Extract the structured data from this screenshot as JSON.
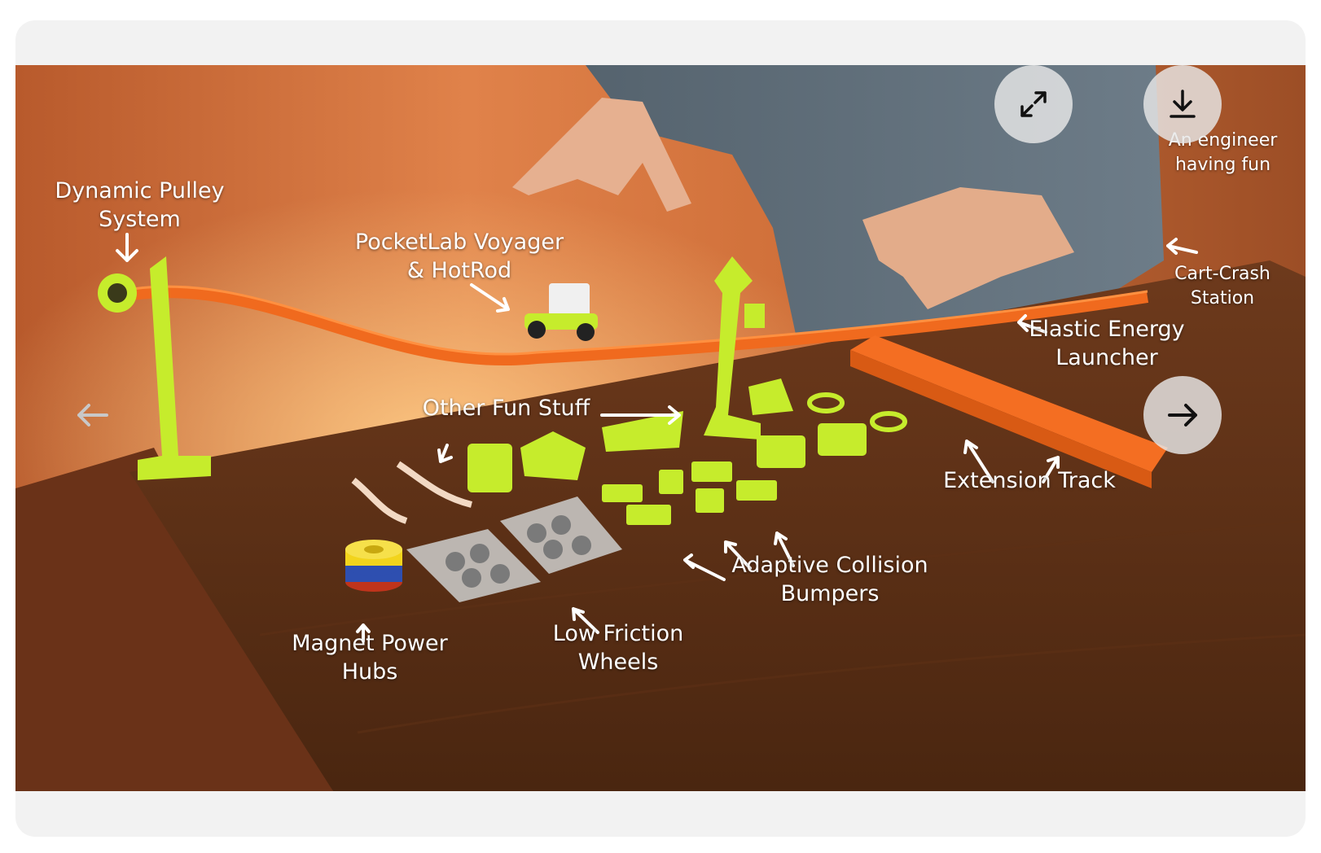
{
  "photo": {
    "labels": {
      "pulley_line1": "Dynamic Pulley",
      "pulley_line2": "System",
      "voyager_line1": "PocketLab Voyager",
      "voyager_line2": "& HotRod",
      "other": "Other Fun Stuff",
      "engineer_line1": "An engineer",
      "engineer_line2": "having fun",
      "cartcrash_line1": "Cart-Crash",
      "cartcrash_line2": "Station",
      "elastic_line1": "Elastic Energy",
      "elastic_line2": "Launcher",
      "extension": "Extension Track",
      "bumpers_line1": "Adaptive Collision",
      "bumpers_line2": "Bumpers",
      "wheels_line1": "Low Friction",
      "wheels_line2": "Wheels",
      "magnet_line1": "Magnet Power",
      "magnet_line2": "Hubs"
    }
  },
  "controls": {
    "expand_icon": "expand-icon",
    "download_icon": "download-icon",
    "prev_icon": "arrow-left-icon",
    "next_icon": "arrow-right-icon"
  },
  "colors": {
    "wall": "#d9743e",
    "table": "#5a2e16",
    "track": "#f06a1e",
    "parts": "#c6ec2c",
    "control_bg": "#e6e6e6"
  }
}
